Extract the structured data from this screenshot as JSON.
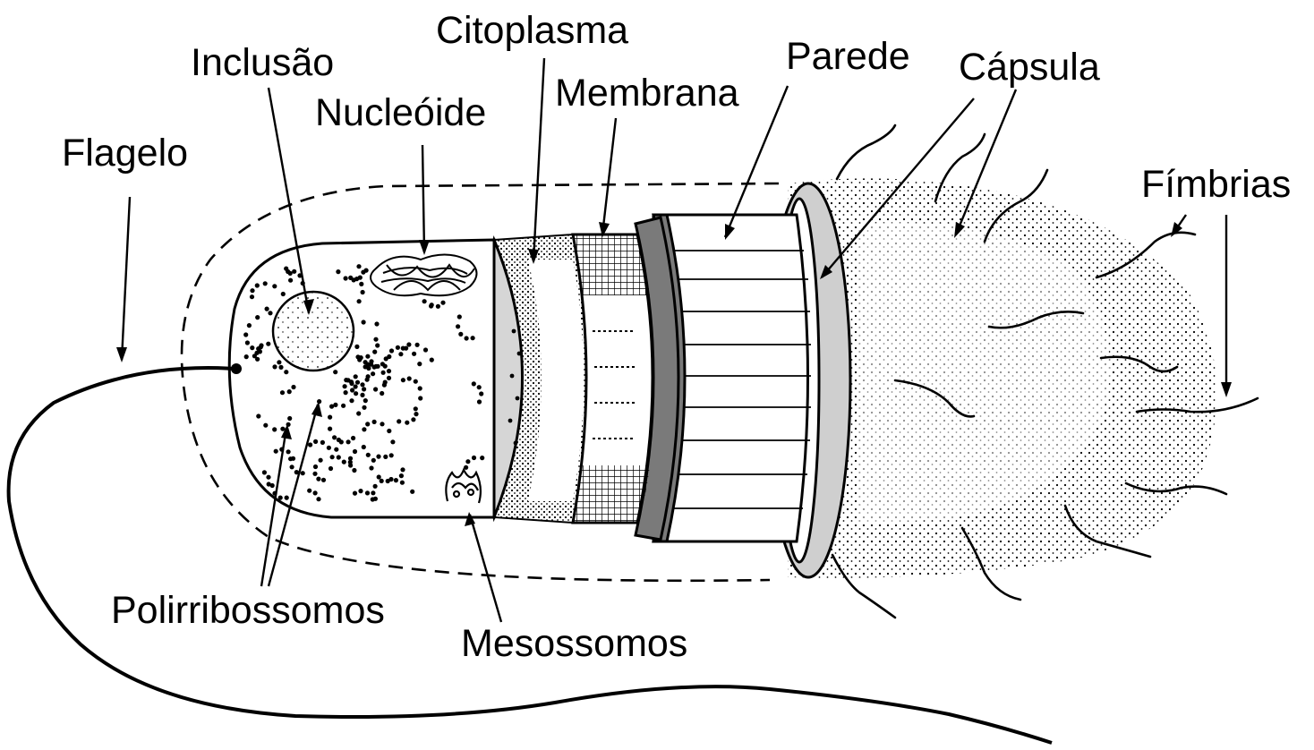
{
  "labels": {
    "inclusao": "Inclusão",
    "citoplasma": "Citoplasma",
    "nucleoide": "Nucleóide",
    "membrana": "Membrana",
    "parede": "Parede",
    "capsula": "Cápsula",
    "flagelo": "Flagelo",
    "fimbrias": "Fímbrias",
    "polirribossomos": "Polirribossomos",
    "mesossomos": "Mesossomos"
  },
  "colors": {
    "ink": "#000000",
    "background": "#ffffff",
    "wall_band": "#7a7a7a",
    "capsule_ring": "#cfcfcf",
    "membrane_face": "#d6d6d6"
  }
}
